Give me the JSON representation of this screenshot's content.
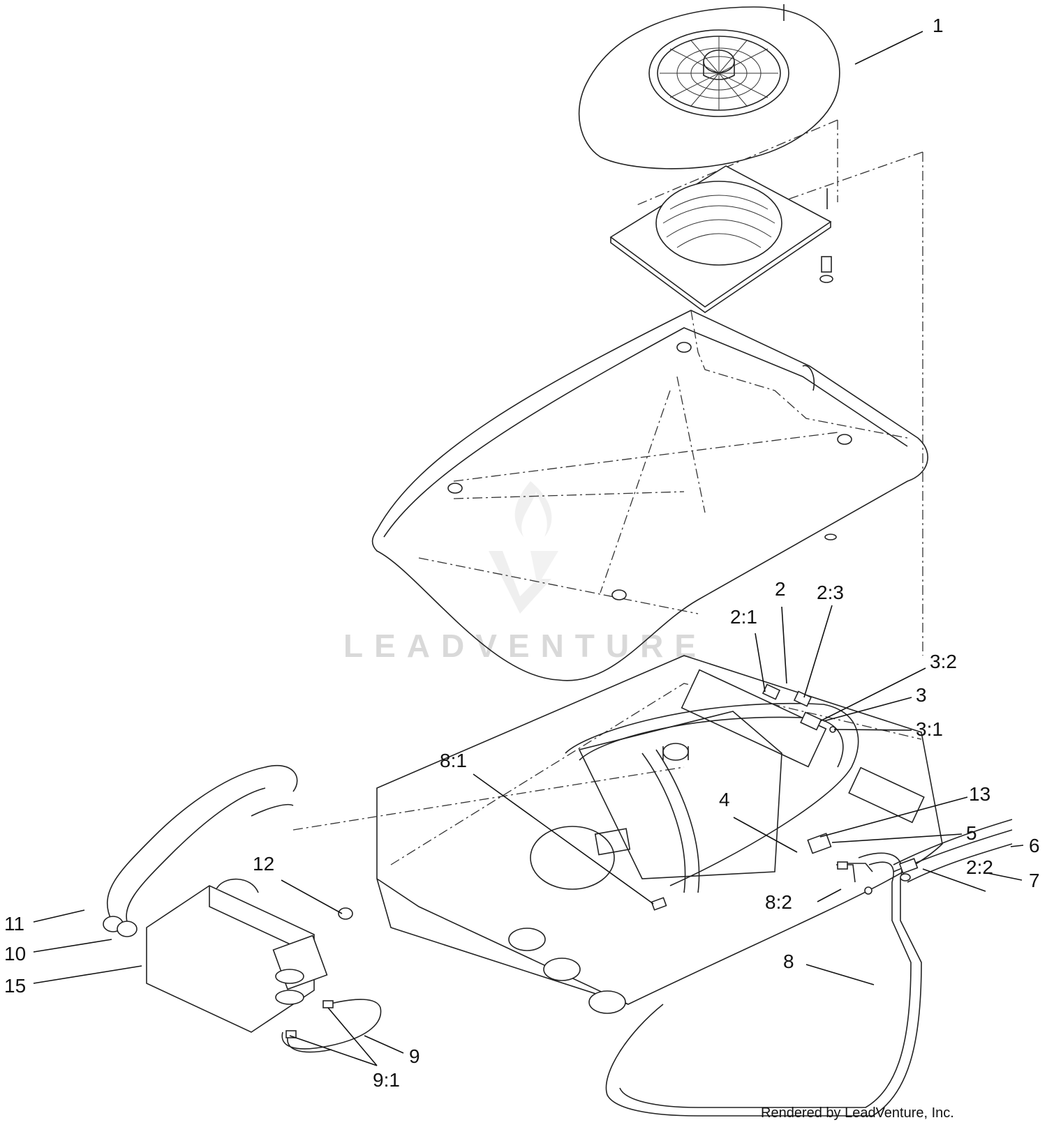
{
  "diagram": {
    "watermark_text": "LEADVENTURE",
    "credit": "Rendered by LeadVenture, Inc.",
    "callouts": [
      {
        "id": "c1",
        "text": "1"
      },
      {
        "id": "c2",
        "text": "2"
      },
      {
        "id": "c2_1",
        "text": "2:1"
      },
      {
        "id": "c2_3",
        "text": "2:3"
      },
      {
        "id": "c3_2",
        "text": "3:2"
      },
      {
        "id": "c3",
        "text": "3"
      },
      {
        "id": "c3_1",
        "text": "3:1"
      },
      {
        "id": "c8_1",
        "text": "8:1"
      },
      {
        "id": "c13",
        "text": "13"
      },
      {
        "id": "c4",
        "text": "4"
      },
      {
        "id": "c5",
        "text": "5"
      },
      {
        "id": "c12",
        "text": "12"
      },
      {
        "id": "c2_2",
        "text": "2:2"
      },
      {
        "id": "c6",
        "text": "6"
      },
      {
        "id": "c11",
        "text": "11"
      },
      {
        "id": "c7",
        "text": "7"
      },
      {
        "id": "c8_2",
        "text": "8:2"
      },
      {
        "id": "c10",
        "text": "10"
      },
      {
        "id": "c15",
        "text": "15"
      },
      {
        "id": "c8",
        "text": "8"
      },
      {
        "id": "c9",
        "text": "9"
      },
      {
        "id": "c9_1",
        "text": "9:1"
      }
    ]
  }
}
